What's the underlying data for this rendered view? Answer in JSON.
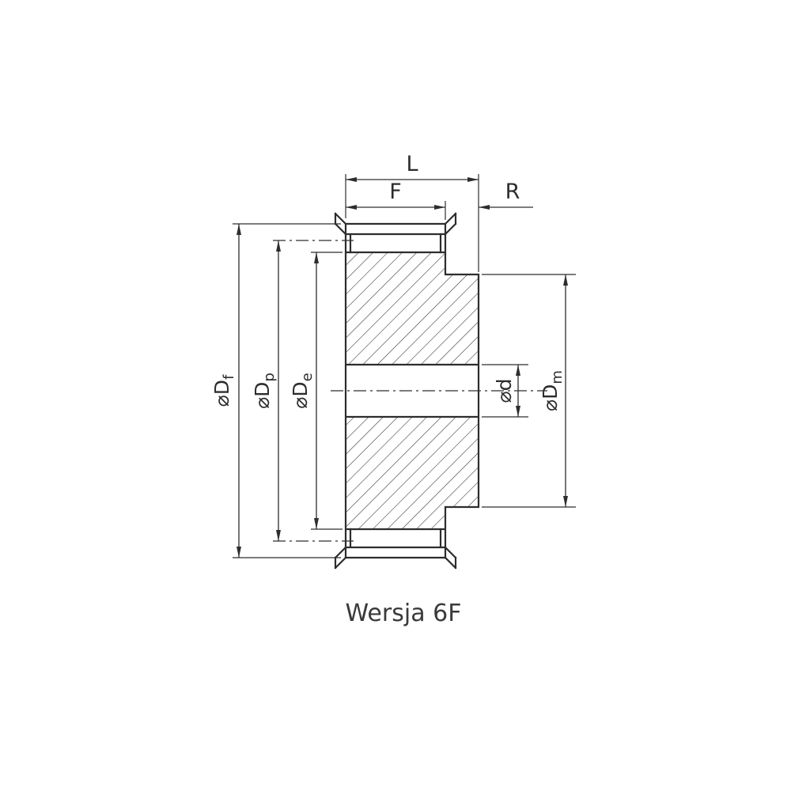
{
  "drawing": {
    "caption": "Wersja 6F",
    "dimensions": {
      "L": "L",
      "F": "F",
      "R": "R",
      "Df": {
        "prefix": "⌀D",
        "sub": "f"
      },
      "Dp": {
        "prefix": "⌀D",
        "sub": "p"
      },
      "De": {
        "prefix": "⌀D",
        "sub": "e"
      },
      "d": {
        "prefix": "⌀d",
        "sub": ""
      },
      "Dm": {
        "prefix": "⌀D",
        "sub": "m"
      }
    },
    "colors": {
      "line": "#2d2d2d",
      "background": "#ffffff"
    }
  }
}
